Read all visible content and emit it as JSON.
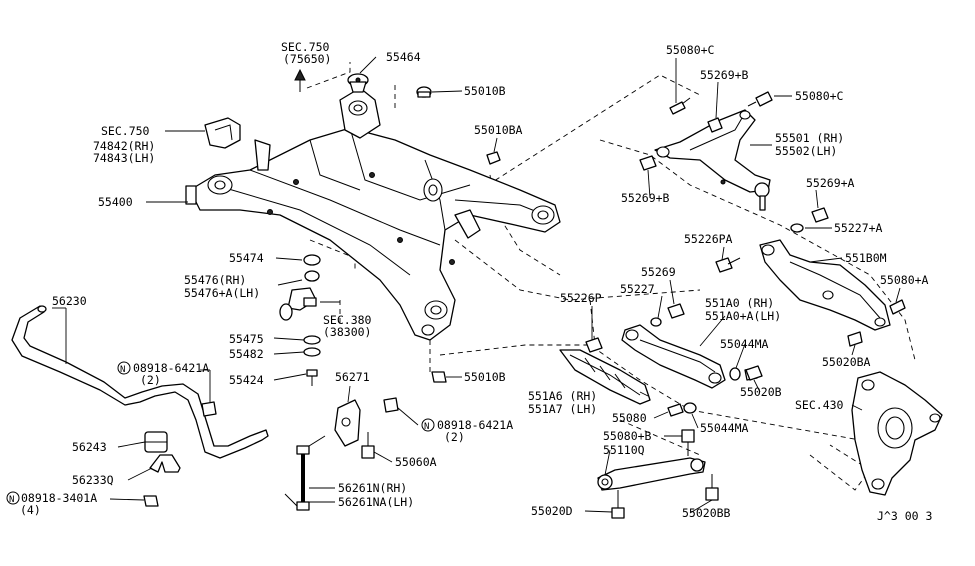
{
  "labels": {
    "sec750_top": "SEC.750",
    "sec750_top_sub": "(75650)",
    "p55464": "55464",
    "p55010B_top": "55010B",
    "p55080C_top": "55080+C",
    "p55269B_top": "55269+B",
    "p55080C_right": "55080+C",
    "sec750_left": "SEC.750",
    "p74842": "74842(RH)",
    "p74843": "74843(LH)",
    "p55010BA": "55010BA",
    "p55501": "55501 (RH)",
    "p55502": "55502(LH)",
    "p55400": "55400",
    "p55269B_mid": "55269+B",
    "p55269A": "55269+A",
    "p55227A": "55227+A",
    "p55226PA": "55226PA",
    "p551B0M": "551B0M",
    "p55474": "55474",
    "p55476rh": "55476(RH)",
    "p55476lh": "55476+A(LH)",
    "p55269": "55269",
    "p55080A": "55080+A",
    "p55227": "55227",
    "p55226P": "55226P",
    "p551A0rh": "551A0 (RH)",
    "p551A0lh": "551A0+A(LH)",
    "p56230": "56230",
    "sec380": "SEC.380",
    "sec380_sub": "(38300)",
    "p55020BA": "55020BA",
    "p55044MA_top": "55044MA",
    "p55475": "55475",
    "p55482": "55482",
    "n08918_6421A_1": "08918-6421A",
    "n08918_6421A_1_qty": "(2)",
    "p55424": "55424",
    "p56271": "56271",
    "p55010B_bot": "55010B",
    "p551A6": "551A6 (RH)",
    "p551A7": "551A7 (LH)",
    "p55020B": "55020B",
    "sec430": "SEC.430",
    "p55080": "55080",
    "p55044MA_bot": "55044MA",
    "n08918_6421A_2": "08918-6421A",
    "n08918_6421A_2_qty": "(2)",
    "p56243": "56243",
    "p55080B_bot": "55080+B",
    "p55110Q": "55110Q",
    "p55060A": "55060A",
    "p56233Q": "56233Q",
    "p56261N": "56261N(RH)",
    "p56261NA": "56261NA(LH)",
    "n08918_3401A": "08918-3401A",
    "n08918_3401A_qty": "(4)",
    "p55020D": "55020D",
    "p55020BB": "55020BB",
    "ref_code": "J^3 00 3"
  }
}
